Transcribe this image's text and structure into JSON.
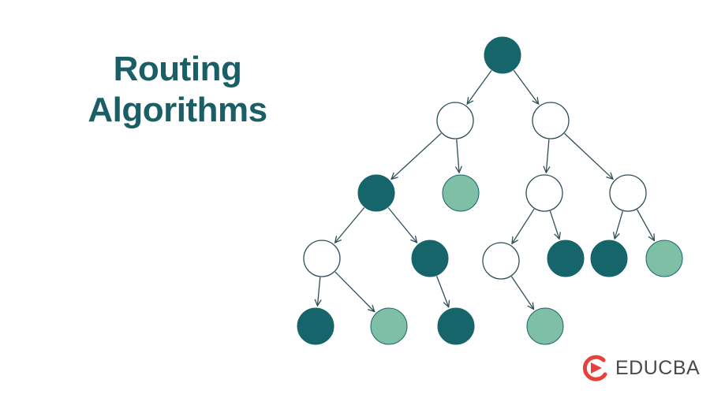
{
  "title": {
    "line1": "Routing",
    "line2": "Algorithms"
  },
  "colors": {
    "title": "#1a5f66",
    "node_dark": "#16656b",
    "node_light": "#7ebfa6",
    "node_empty": "#ffffff",
    "edge": "#2f4f57",
    "brand_red": "#e8403a",
    "brand_text": "#4a4a4a"
  },
  "tree": {
    "nodes": [
      {
        "id": "root",
        "fill": "dark"
      },
      {
        "id": "n1",
        "fill": "empty"
      },
      {
        "id": "n2",
        "fill": "empty"
      },
      {
        "id": "n3",
        "fill": "dark"
      },
      {
        "id": "n4",
        "fill": "light"
      },
      {
        "id": "n5",
        "fill": "empty"
      },
      {
        "id": "n6",
        "fill": "empty"
      },
      {
        "id": "n7",
        "fill": "empty"
      },
      {
        "id": "n8",
        "fill": "dark"
      },
      {
        "id": "n9",
        "fill": "empty"
      },
      {
        "id": "n10",
        "fill": "dark"
      },
      {
        "id": "n11",
        "fill": "dark"
      },
      {
        "id": "n12",
        "fill": "light"
      },
      {
        "id": "n13",
        "fill": "dark"
      },
      {
        "id": "n14",
        "fill": "light"
      },
      {
        "id": "n15",
        "fill": "dark"
      },
      {
        "id": "n16",
        "fill": "light"
      }
    ],
    "edges": [
      [
        "root",
        "n1"
      ],
      [
        "root",
        "n2"
      ],
      [
        "n1",
        "n3"
      ],
      [
        "n1",
        "n4"
      ],
      [
        "n2",
        "n5"
      ],
      [
        "n2",
        "n6"
      ],
      [
        "n3",
        "n7"
      ],
      [
        "n3",
        "n8"
      ],
      [
        "n5",
        "n9"
      ],
      [
        "n5",
        "n10"
      ],
      [
        "n6",
        "n11"
      ],
      [
        "n6",
        "n12"
      ],
      [
        "n7",
        "n13"
      ],
      [
        "n7",
        "n14"
      ],
      [
        "n8",
        "n15"
      ],
      [
        "n9",
        "n16"
      ]
    ]
  },
  "brand": {
    "name": "EDUCBA",
    "logo_icon": "educba-logo-icon"
  }
}
